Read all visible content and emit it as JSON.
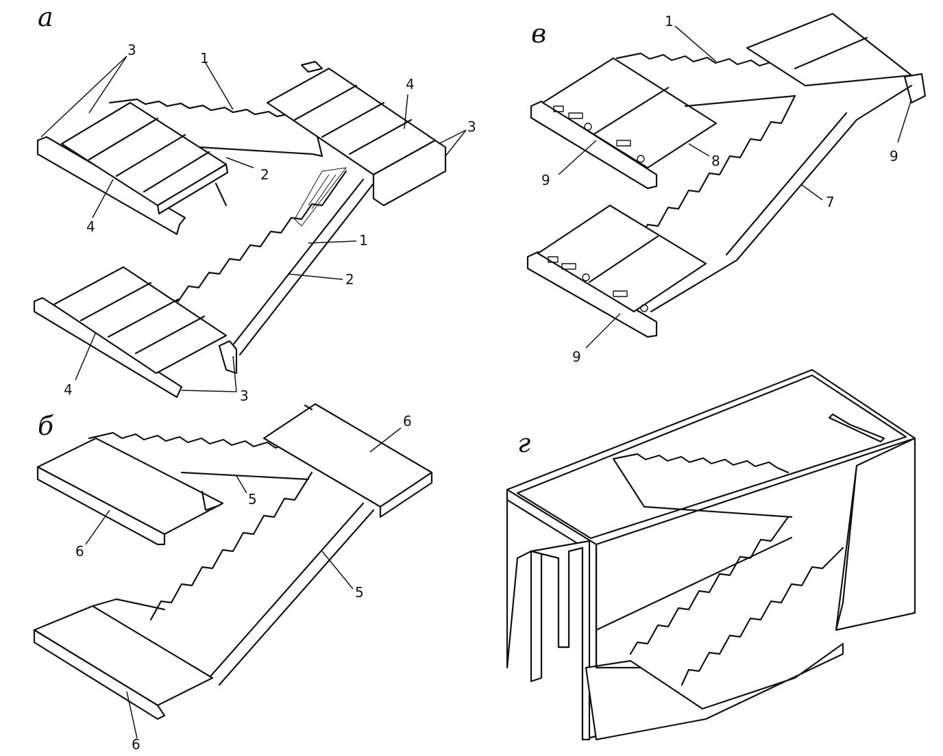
{
  "panels": [
    {
      "id": "a",
      "letter": "а"
    },
    {
      "id": "b",
      "letter": "б"
    },
    {
      "id": "v",
      "letter": "в"
    },
    {
      "id": "g",
      "letter": "г"
    }
  ],
  "callouts": {
    "a": [
      "3",
      "1",
      "4",
      "3",
      "2",
      "4",
      "1",
      "2",
      "4",
      "3"
    ],
    "b": [
      "6",
      "5",
      "6",
      "5",
      "6"
    ],
    "v": [
      "1",
      "8",
      "9",
      "9",
      "7",
      "9"
    ]
  }
}
